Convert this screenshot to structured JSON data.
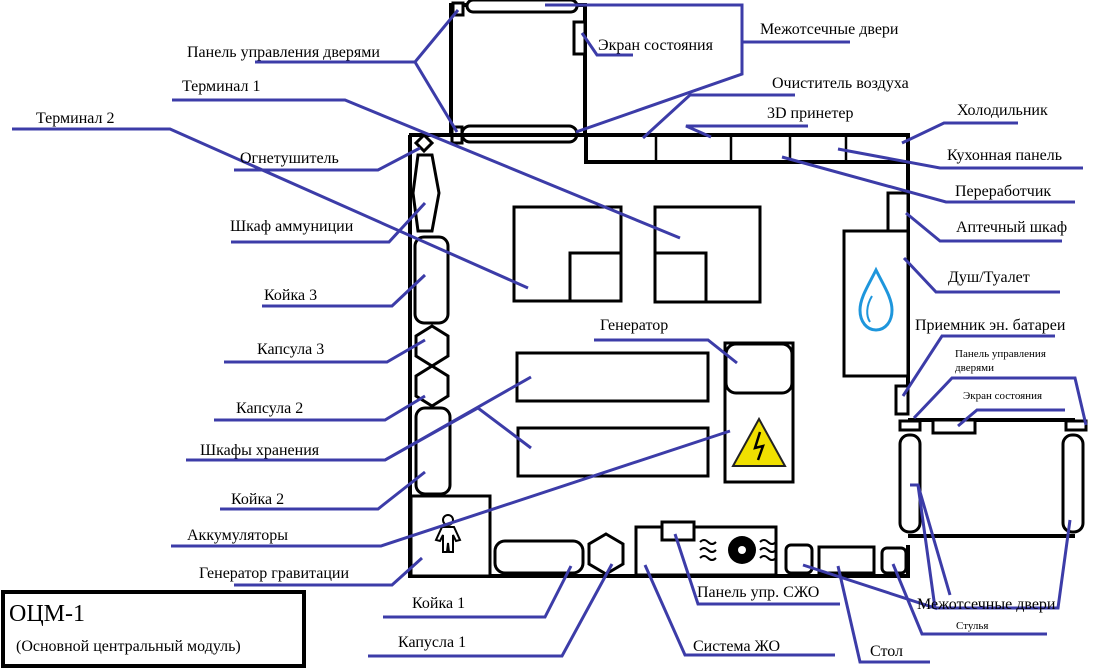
{
  "title": {
    "code": "ОЦМ-1",
    "subtitle": "(Основной центральный модуль)"
  },
  "labels": {
    "door_panel_top": "Панель управления дверями",
    "interdeck_doors_top": "Межотсечные двери",
    "status_screen_top": "Экран состояния",
    "terminal_1": "Терминал 1",
    "terminal_2": "Терминал 2",
    "air_purifier": "Очиститель воздуха",
    "printer_3d": "3D принетер",
    "fridge": "Холодильник",
    "kitchen_panel": "Кухонная панель",
    "recycler": "Переработчик",
    "medicine_cabinet": "Аптечный шкаф",
    "shower_toilet": "Душ/Туалет",
    "battery_receiver": "Приемник эн. батареи",
    "door_panel_right_line1": "Панель управления",
    "door_panel_right_line2": "дверями",
    "status_screen_right": "Экран состояния",
    "fire_extinguisher": "Огнетушитель",
    "ammo_cabinet": "Шкаф аммуниции",
    "bunk_3": "Койка 3",
    "capsule_3": "Капсула 3",
    "capsule_2": "Капсула 2",
    "storage_cabinets": "Шкафы хранения",
    "bunk_2": "Койка 2",
    "batteries": "Аккумуляторы",
    "gravity_generator": "Генератор гравитации",
    "generator": "Генератор",
    "bunk_1": "Койка 1",
    "capsule_1": "Капусла 1",
    "life_support_panel": "Панель упр. СЖО",
    "life_support_system": "Система ЖО",
    "interdeck_doors_right": "Межотсечные двери",
    "chairs": "Стулья",
    "table": "Стол"
  },
  "icons": {
    "water": "water-drop-icon",
    "high_voltage": "high-voltage-warning-icon",
    "person": "person-icon",
    "fan": "fan-icon"
  },
  "colors": {
    "leader_lines": "#3c3ca8",
    "water_drop": "#1e96dc",
    "warning_fill": "#f0e000"
  }
}
